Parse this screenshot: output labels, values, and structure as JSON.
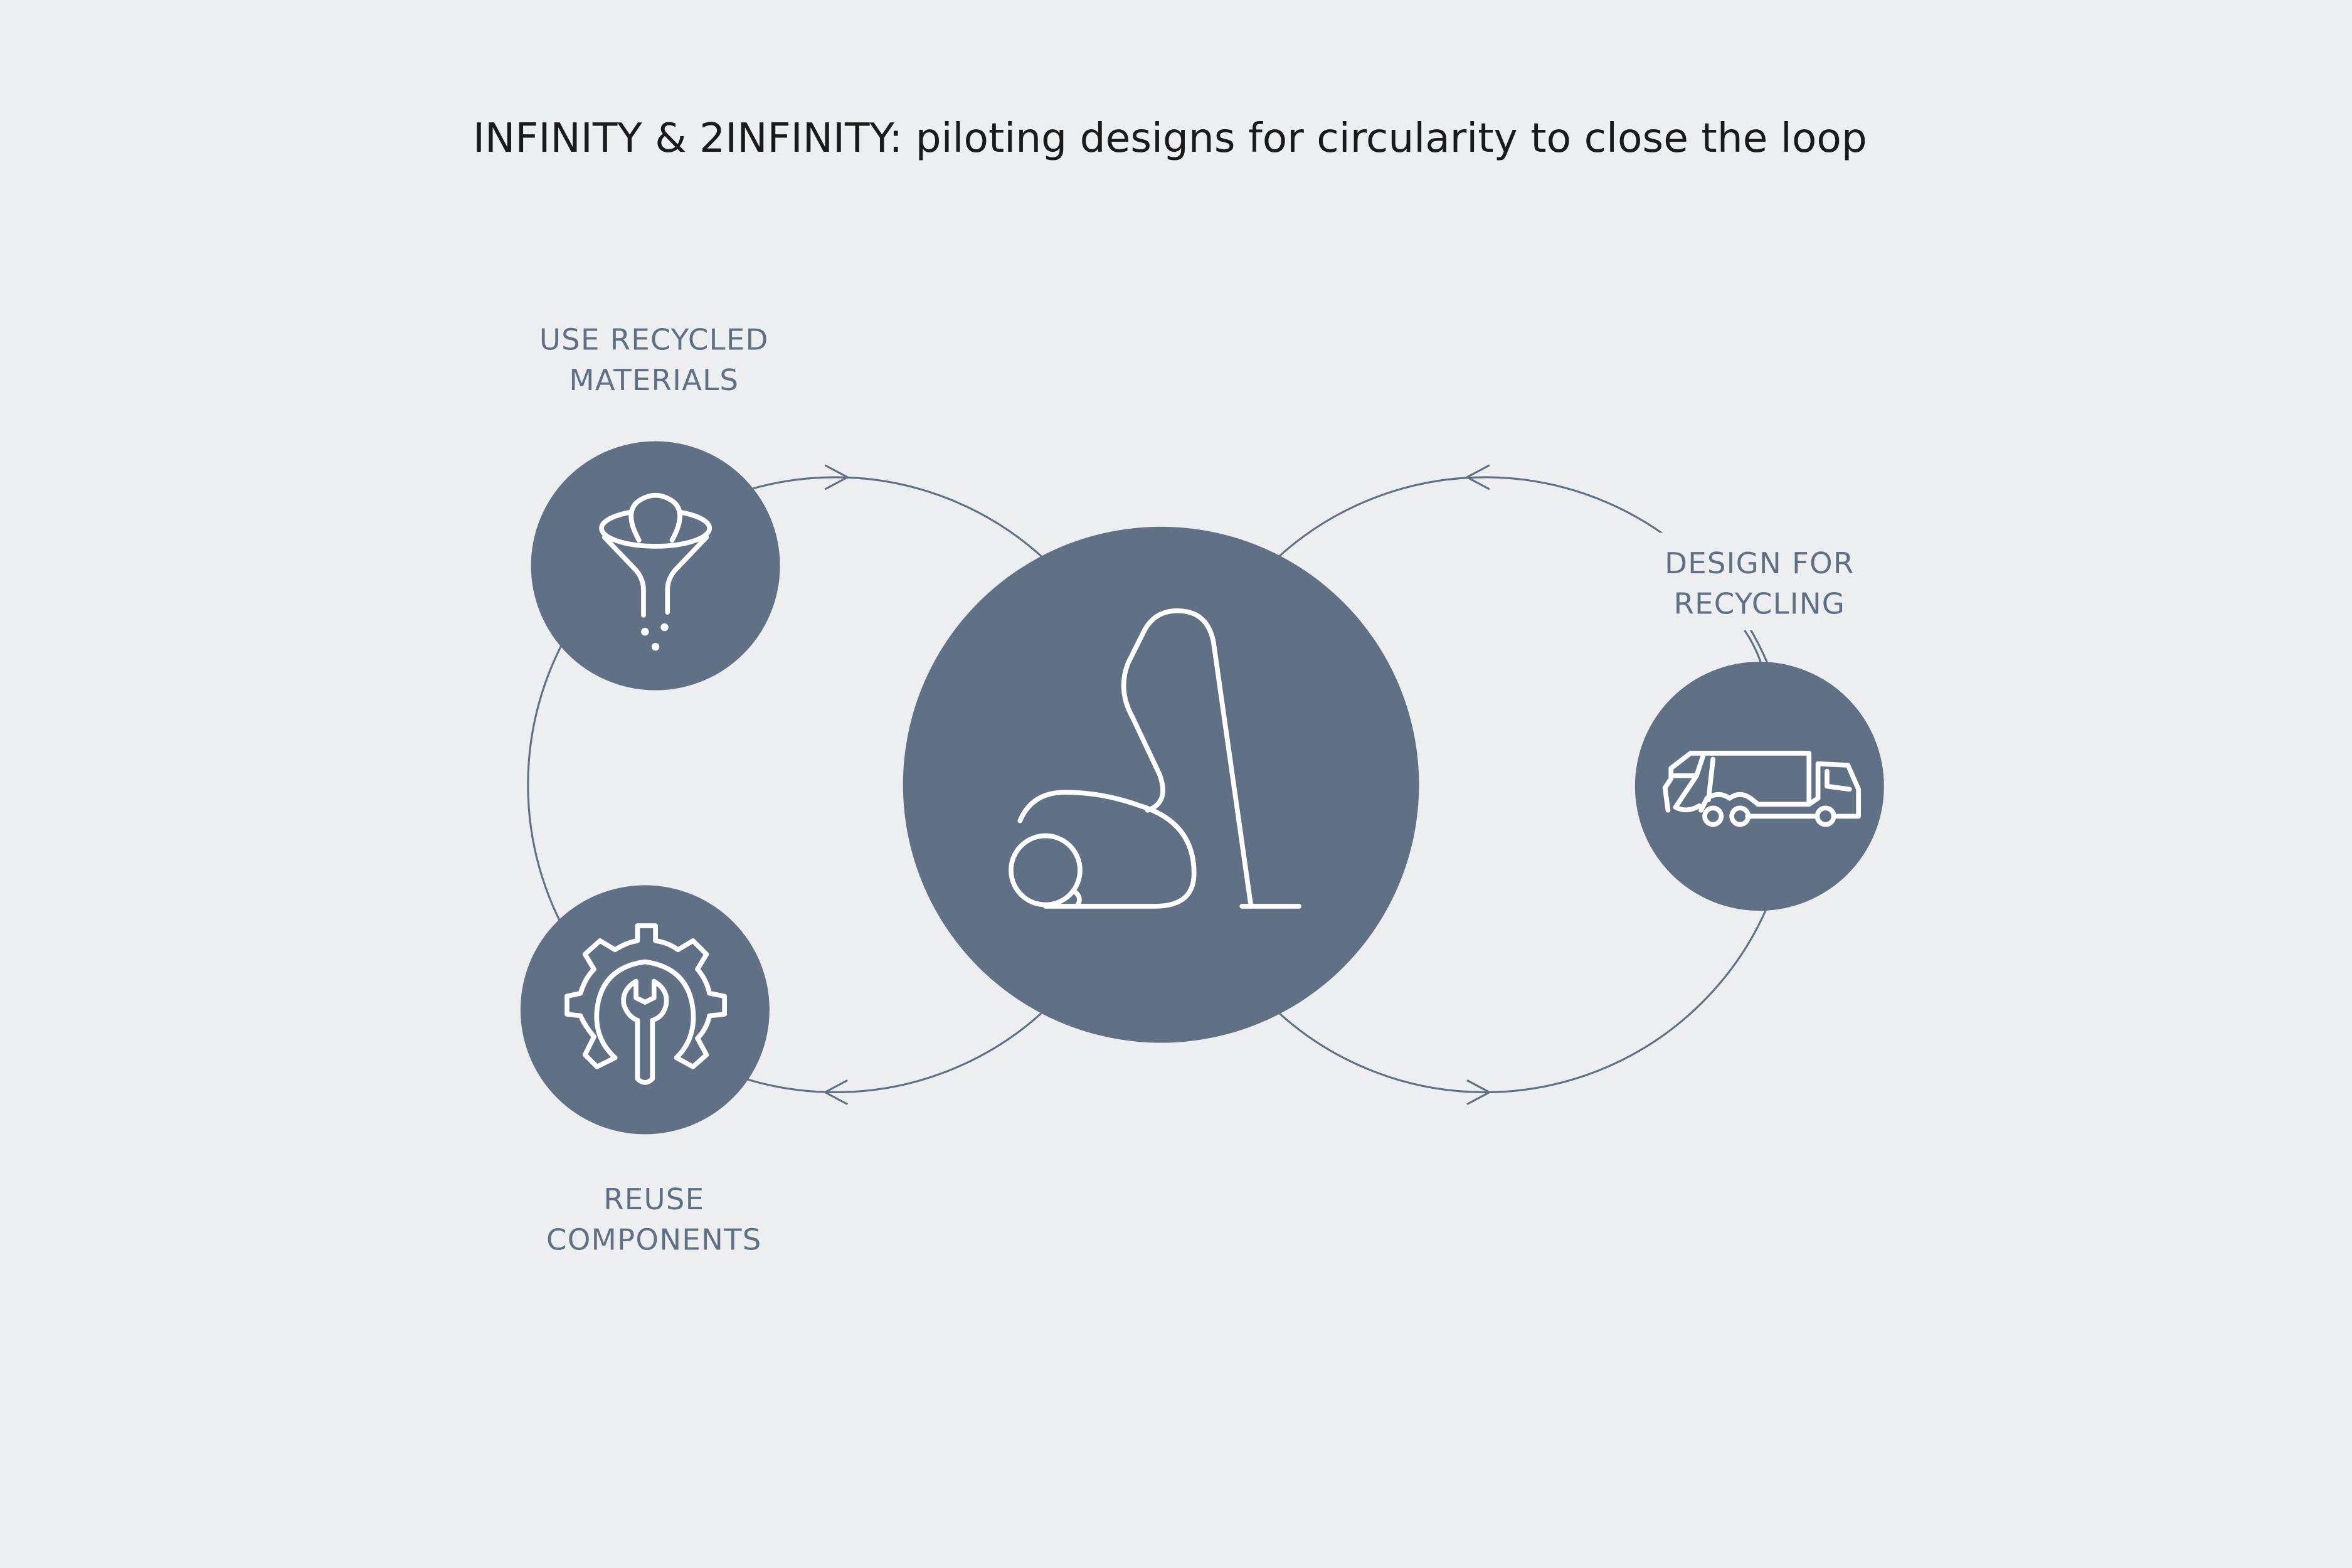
{
  "title": "INFINITY & 2INFINITY: piloting designs for circularity to close the loop",
  "steps": [
    {
      "label_lines": [
        "USE RECYCLED",
        "MATERIALS"
      ],
      "icon": "funnel-icon"
    },
    {
      "label_lines": [
        "DESIGN FOR",
        "RECYCLING"
      ],
      "icon": "truck-icon"
    },
    {
      "label_lines": [
        "REUSE",
        "COMPONENTS"
      ],
      "icon": "gear-wrench-icon"
    }
  ],
  "center_icon": "vacuum-cleaner-icon",
  "colors": {
    "background": "#eceef0",
    "node": "#607185",
    "label": "#5f7085",
    "title": "#1a1a1a"
  }
}
